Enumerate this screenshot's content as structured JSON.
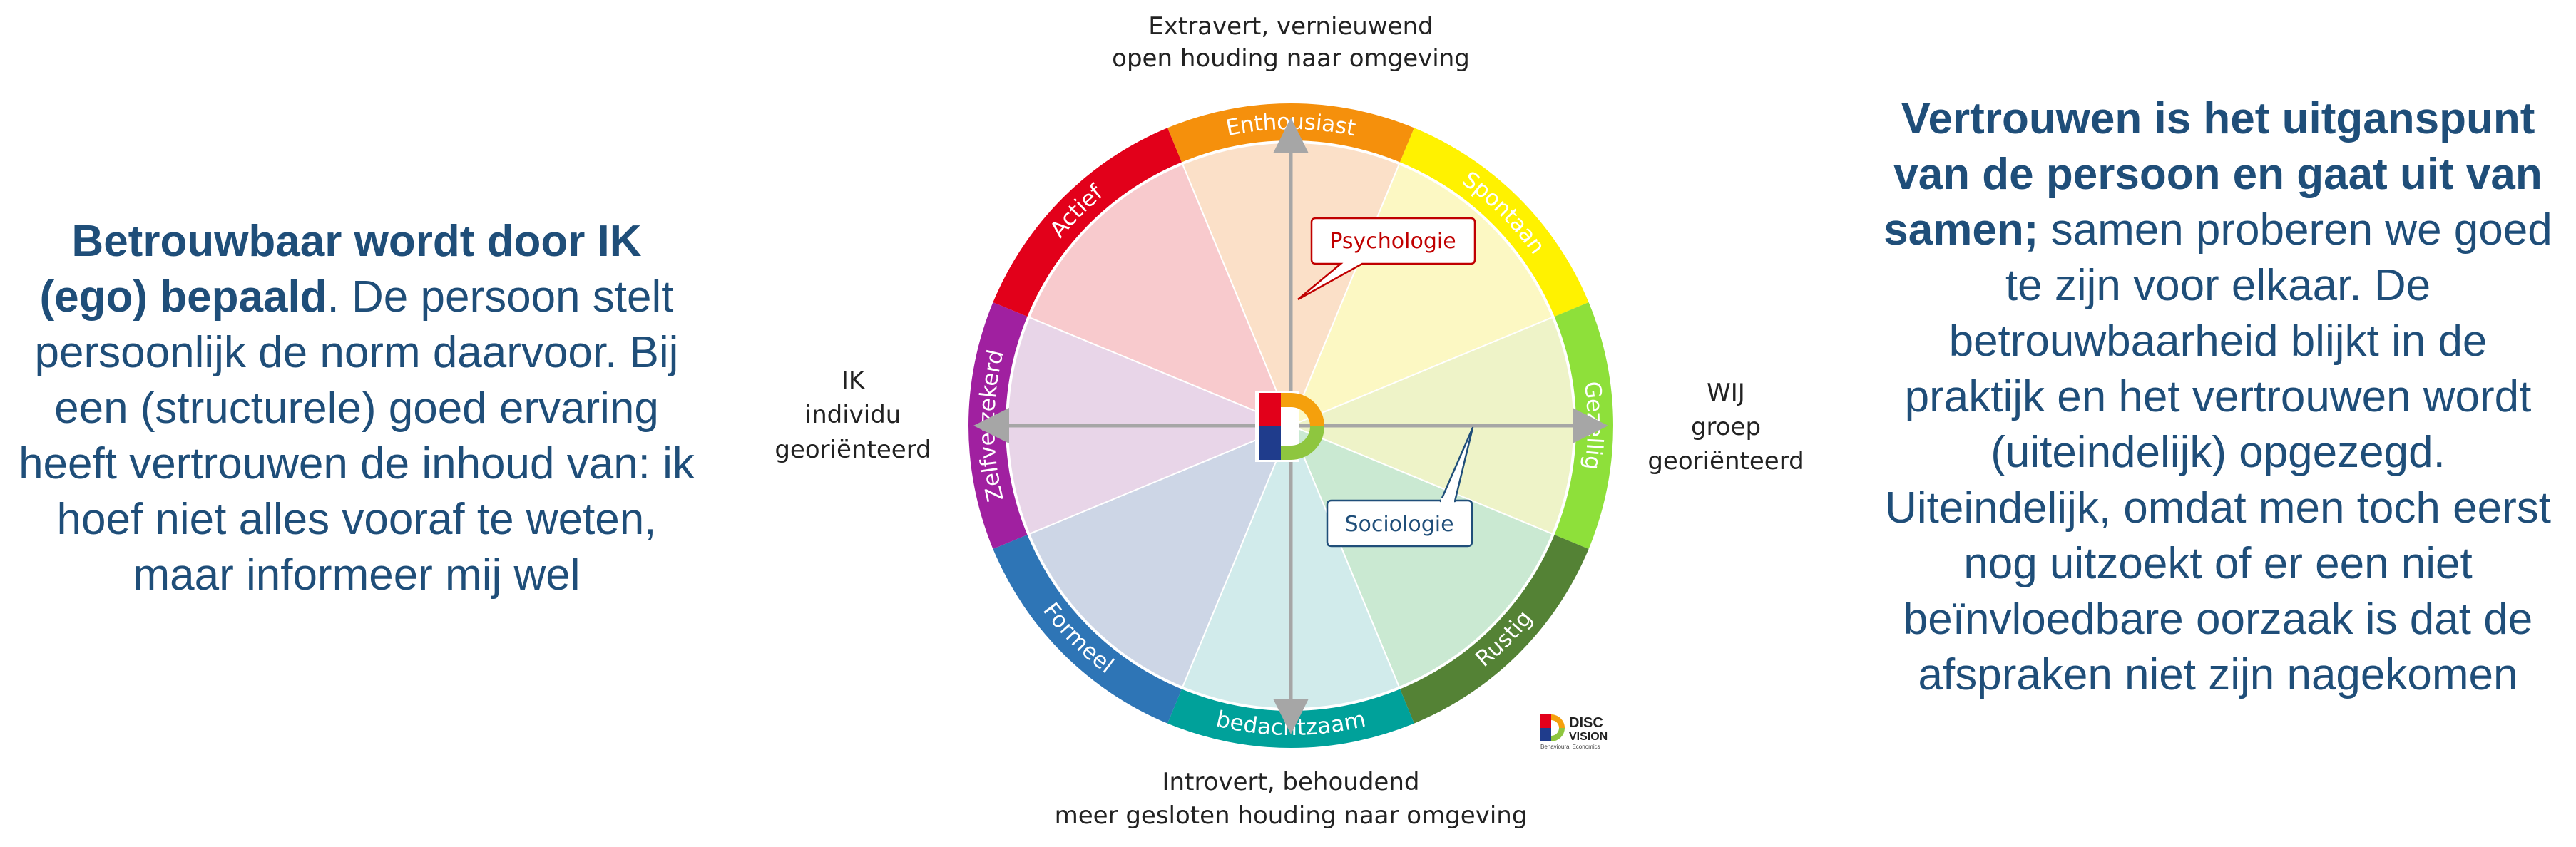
{
  "left_panel": {
    "bold": "Betrouwbaar wordt door IK (ego) bepaald",
    "rest": ". De persoon stelt persoonlijk de norm daarvoor. Bij een (structurele) goed ervaring heeft vertrouwen de inhoud van: ik hoef niet alles vooraf te weten, maar informeer mij wel"
  },
  "right_panel": {
    "bold": "Vertrouwen is het uitganspunt van de persoon en gaat uit van samen;",
    "rest": " samen proberen we goed te zijn voor elkaar. De betrouwbaarheid blijkt in de praktijk en het vertrouwen wordt (uiteindelijk) opgezegd. Uiteindelijk, omdat men toch eerst nog uitzoekt of er een  niet beïnvloedbare oorzaak is dat de afspraken niet zijn nagekomen"
  },
  "axis": {
    "top": [
      "Extravert, vernieuwend",
      "open houding naar omgeving"
    ],
    "bottom": [
      "Introvert, behoudend",
      "meer gesloten houding naar omgeving"
    ],
    "left": [
      "IK",
      "individu",
      "georiënteerd"
    ],
    "right": [
      "WIJ",
      "groep",
      "georiënteerd"
    ]
  },
  "segments": [
    {
      "label": "Enthousiast",
      "color": "#f5900c",
      "fill": "#fbe0c8"
    },
    {
      "label": "Spontaan",
      "color": "#fff200",
      "fill": "#fcf8c3"
    },
    {
      "label": "Gezellig",
      "color": "#8ee03a",
      "fill": "#eef3c8"
    },
    {
      "label": "Rustig",
      "color": "#548235",
      "fill": "#cae9d2"
    },
    {
      "label": "bedachtzaam",
      "color": "#00a19a",
      "fill": "#d1ebeb"
    },
    {
      "label": "Formeel",
      "color": "#2e75b6",
      "fill": "#cdd6e6"
    },
    {
      "label": "Zelfverzekerd",
      "color": "#a020a0",
      "fill": "#e8d5e8"
    },
    {
      "label": "Actief",
      "color": "#e2001a",
      "fill": "#f8cacd"
    }
  ],
  "callouts": {
    "psychologie": {
      "label": "Psychologie",
      "color": "#c00000"
    },
    "sociologie": {
      "label": "Sociologie",
      "color": "#1f4e79"
    }
  },
  "logo": {
    "line1": "DISC",
    "line2": "VISION",
    "tagline": "Behavioural Economics"
  }
}
